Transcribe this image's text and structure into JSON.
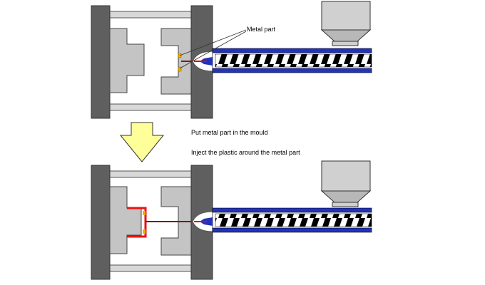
{
  "labels": {
    "metal_part": "Metal part",
    "step_put": "Put metal part in the mould",
    "step_inject": "Inject the plastic around the metal part"
  },
  "colors": {
    "platen": "#5f5f5f",
    "mould": "#c4c4c4",
    "barrel": "#2233bb",
    "hopper": "#d0d0d0",
    "arrow": "#ffff99",
    "plastic": "#ee1111",
    "metal_part": "#f0b000"
  }
}
